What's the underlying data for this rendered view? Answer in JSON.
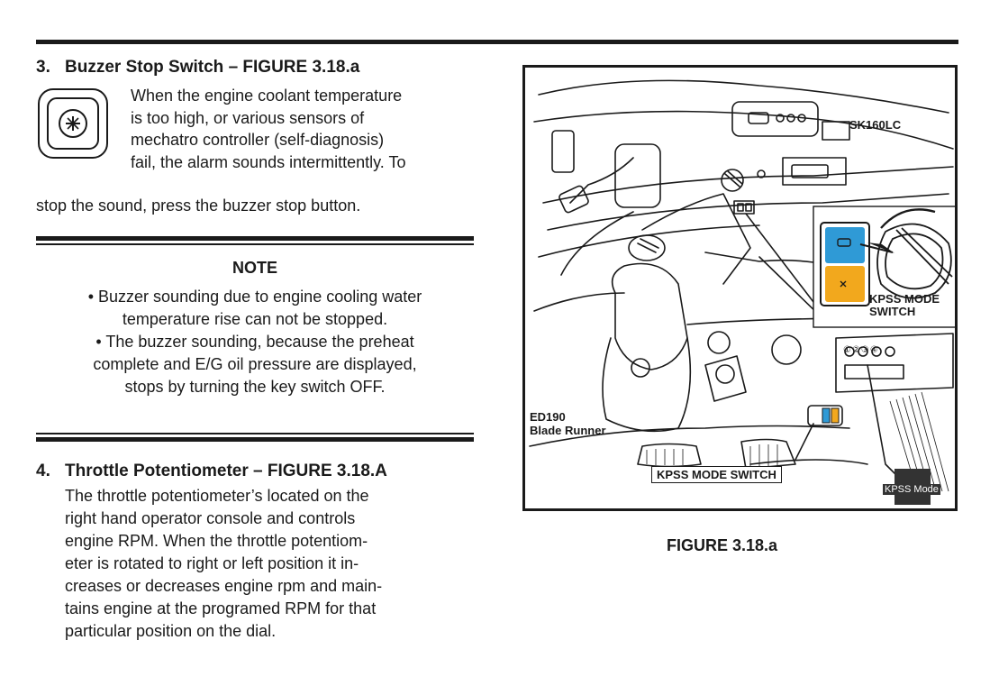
{
  "section3": {
    "number": "3.",
    "heading": "Buzzer Stop Switch – FIGURE 3.18.a",
    "lines": [
      "When the engine coolant temperature",
      "is too high, or various sensors of",
      "mechatro controller (self-diagnosis)",
      "fail, the alarm sounds intermittently. To"
    ],
    "last_line": "stop the sound, press the buzzer stop button.",
    "icon": "buzzer-stop-button-icon"
  },
  "note": {
    "title": "NOTE",
    "lines": [
      "• Buzzer sounding due to engine cooling water",
      "temperature rise can not be stopped.",
      "• The buzzer sounding, because the preheat",
      "complete and E/G oil pressure are displayed,",
      "stops by turning the key switch OFF."
    ]
  },
  "section4": {
    "number": "4.",
    "heading": "Throttle Potentiometer – FIGURE 3.18.A",
    "lines": [
      "The throttle potentiometer’s located on the",
      "right hand operator console and controls",
      "engine RPM. When the throttle potentiom-",
      "eter is rotated to right or left position it in-",
      "creases or decreases engine rpm and main-",
      "tains engine at the programed RPM for that",
      "particular position on the dial."
    ]
  },
  "figure": {
    "caption": "FIGURE 3.18.a",
    "labels": {
      "model_a": "SK160LC",
      "kpss_a_line1": "KPSS MODE",
      "kpss_a_line2": "SWITCH",
      "model_b_line1": "ED190",
      "model_b_line2": "Blade Runner",
      "kpss_b": "KPSS MODE SWITCH",
      "kpss_mode_small": "KPSS Mode",
      "dial_numbers": "①②③④"
    },
    "colors": {
      "blue_panel": "#2f9ad6",
      "orange_panel": "#f2a81d"
    }
  }
}
